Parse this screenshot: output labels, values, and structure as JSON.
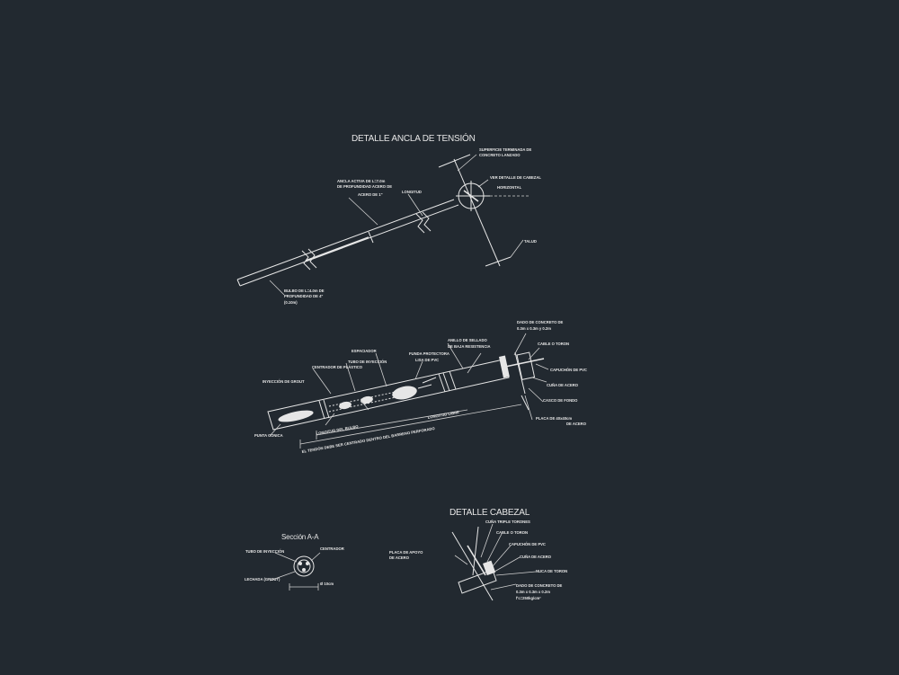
{
  "drawing": {
    "titles": {
      "tension": "DETALLE ANCLA DE TENSIÓN",
      "head": "DETALLE CABEZAL",
      "section": "Sección A-A"
    },
    "tension_notes": {
      "a": "SUPERFICIE TERMINADA DE",
      "b": "CONCRETO LANZADO",
      "c": "VER DETALLE DE CABEZAL",
      "d": "HORIZONTAL",
      "e": "ANCLA ACTIVA DE L=7.0m",
      "f": "DE PROFUNDIDAD ACERO DE",
      "g": "ACERO DE 1\"",
      "h": "LONGITUD",
      "i": "BULBO DE L=4.0m DE",
      "j": "PROFUNDIDAD DE 4\"",
      "k": "(0.10m)",
      "l": "TALUD"
    },
    "anchor_notes": {
      "a": "DADO DE CONCRETO DE",
      "b": "0.3m x 0.3m y 0.2m",
      "c": "CABLE O TORON",
      "d": "CAPUCHÓN DE PVC",
      "e": "CUÑA DE ACERO",
      "f": "CASCO DE FONDO",
      "g": "PLACA DE 40x40cm",
      "h": "DE ACERO",
      "i": "ANILLO DE SELLADO",
      "j": "DE BAJA RESISTENCIA",
      "k": "FUNDA PROTECTORA",
      "l": "LISA DE PVC",
      "m": "ESPACIADOR",
      "n": "CENTRADOR DE PLÁSTICO",
      "o": "TUBO DE INYECCIÓN",
      "p": "INYECCIÓN DE GROUT",
      "q": "PUNTA CÓNICA",
      "r": "LONGITUD DEL BULBO",
      "s": "LONGITUD LIBRE",
      "t": "EL TENDÓN DEBE SER CENTRADO DENTRO DEL BARRENO PERFORADO"
    },
    "section_notes": {
      "a": "TUBO DE INYECCIÓN",
      "b": "CENTRADOR",
      "c": "LECHADA (GROUT)",
      "d": "Ø 10cm"
    },
    "head_notes": {
      "a": "CUÑA TRIPLE TORONES",
      "b": "CABLE O TORON",
      "c": "CAPUCHÓN DE PVC",
      "d": "CUÑA DE ACERO",
      "e": "PLACA DE APOYO",
      "f": "DE ACERO",
      "g": "NUCA DE TORON",
      "h": "DADO DE CONCRETO DE",
      "i": "0.3m x 0.3m x 0.2m",
      "j": "f'c=250kg/cm²"
    },
    "colors": {
      "background": "#222930",
      "lines": "#e6e6e6"
    }
  }
}
